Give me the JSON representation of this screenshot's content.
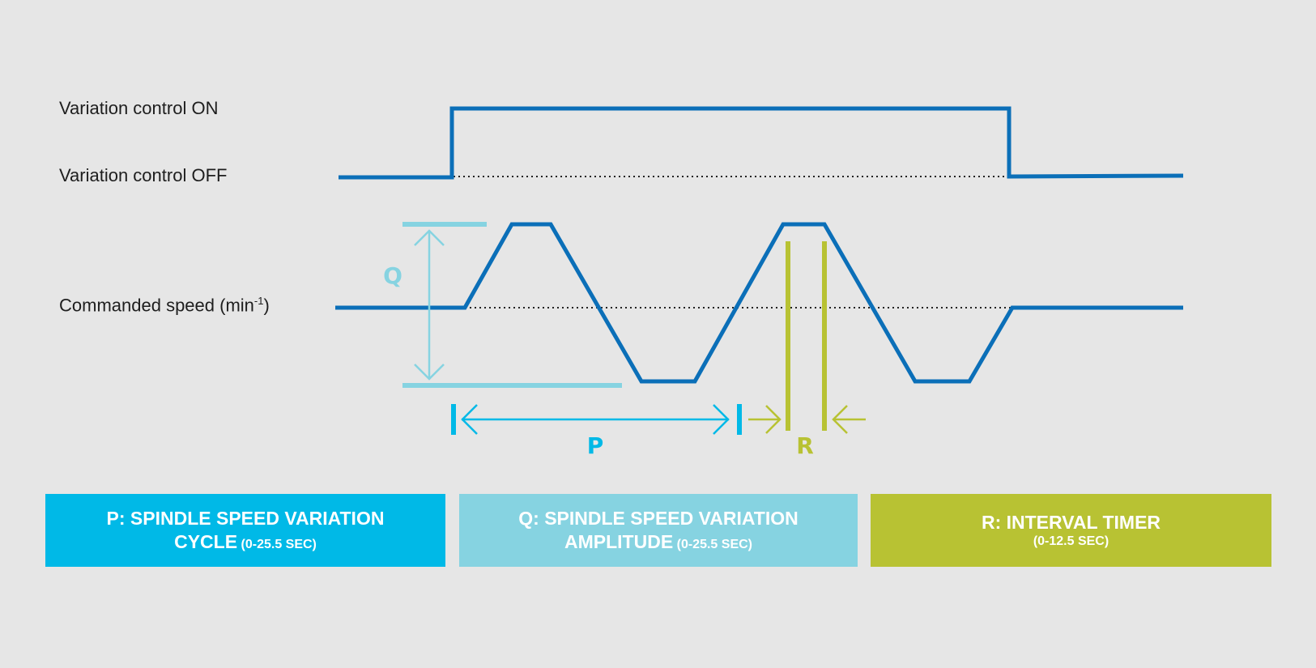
{
  "labels": {
    "on": "Variation control ON",
    "off": "Variation control OFF",
    "speed_main": "Commanded speed (min",
    "speed_sup": "-1",
    "speed_close": ")"
  },
  "markers": {
    "q": "Q",
    "p": "P",
    "r": "R"
  },
  "boxes": {
    "p": {
      "title_line1": "P: SPINDLE SPEED VARIATION",
      "title_line2": "CYCLE",
      "range": "(0-25.5 SEC)"
    },
    "q": {
      "title_line1": "Q: SPINDLE SPEED VARIATION",
      "title_line2": "AMPLITUDE",
      "range": "(0-25.5 SEC)"
    },
    "r": {
      "title_line1": "R: INTERVAL TIMER",
      "range": "(0-12.5 SEC)"
    }
  },
  "colors": {
    "signal": "#0b6fb8",
    "p": "#00b9e7",
    "q": "#86d3e1",
    "r": "#b8c233",
    "dotted": "#222222",
    "background": "#e6e6e6"
  }
}
